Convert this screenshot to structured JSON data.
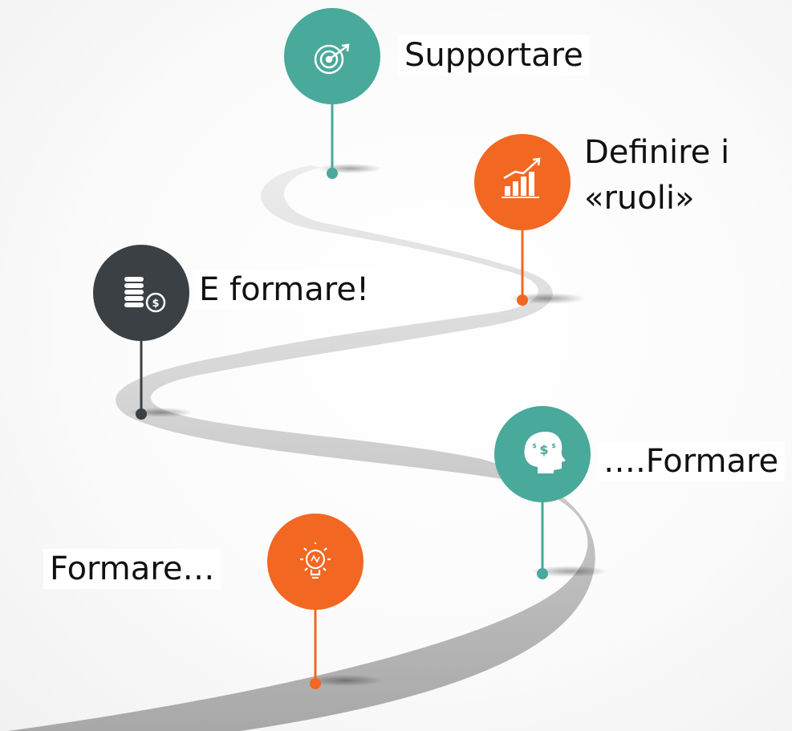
{
  "steps": [
    {
      "label": "Formare…",
      "color": "#f26722",
      "icon": "lightbulb-icon"
    },
    {
      "label": "….Formare",
      "color": "#49a99a",
      "icon": "head-dollar-icon"
    },
    {
      "label": "E formare!",
      "color": "#3a4044",
      "icon": "coins-dollar-icon"
    },
    {
      "label_line1": "Definire i",
      "label_line2": "«ruoli»",
      "color": "#f26722",
      "icon": "growth-chart-icon"
    },
    {
      "label": "Supportare",
      "color": "#49a99a",
      "icon": "target-arrow-icon"
    }
  ]
}
